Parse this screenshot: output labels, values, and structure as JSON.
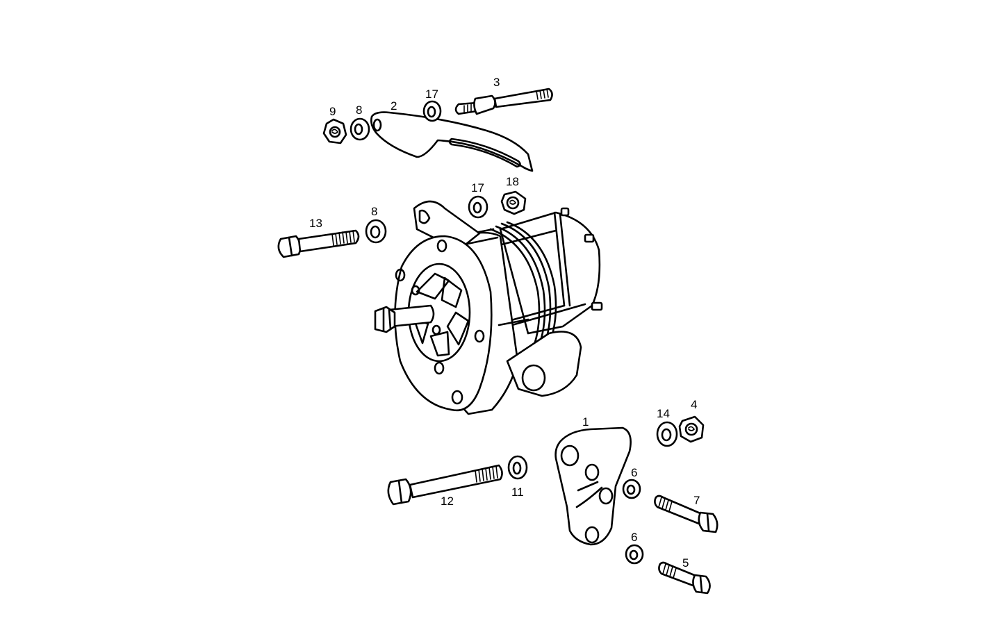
{
  "diagram": {
    "colors": {
      "line": "#000000",
      "background": "#ffffff"
    },
    "callouts": {
      "c1": "1",
      "c2": "2",
      "c3": "3",
      "c4": "4",
      "c5": "5",
      "c6a": "6",
      "c6b": "6",
      "c7": "7",
      "c8a": "8",
      "c8b": "8",
      "c9": "9",
      "c11": "11",
      "c12": "12",
      "c13": "13",
      "c14": "14",
      "c17a": "17",
      "c17b": "17",
      "c18": "18"
    }
  }
}
